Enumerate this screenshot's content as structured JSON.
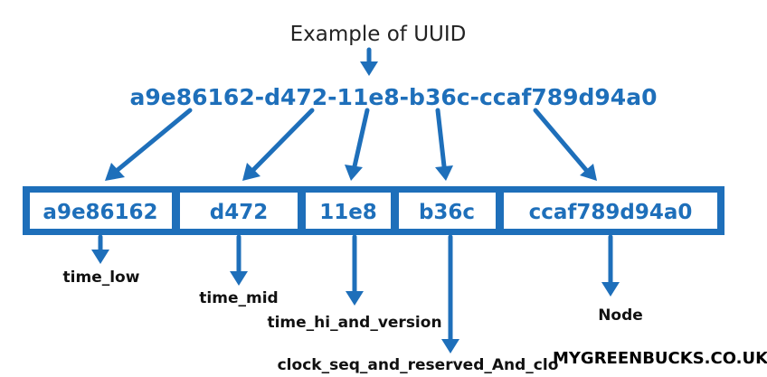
{
  "title": "Example of UUID",
  "uuid": "a9e86162-d472-11e8-b36c-ccaf789d94a0",
  "segments": [
    {
      "value": "a9e86162",
      "label": "time_low"
    },
    {
      "value": "d472",
      "label": "time_mid"
    },
    {
      "value": "11e8",
      "label": "time_hi_and_version"
    },
    {
      "value": "b36c",
      "label": "clock_seq_and_reserved_And_clo"
    },
    {
      "value": "ccaf789d94a0",
      "label": "Node"
    }
  ],
  "watermark": "MYGREENBUCKS.CO.UK",
  "colors": {
    "accent": "#1e6fba",
    "text": "#111111"
  }
}
